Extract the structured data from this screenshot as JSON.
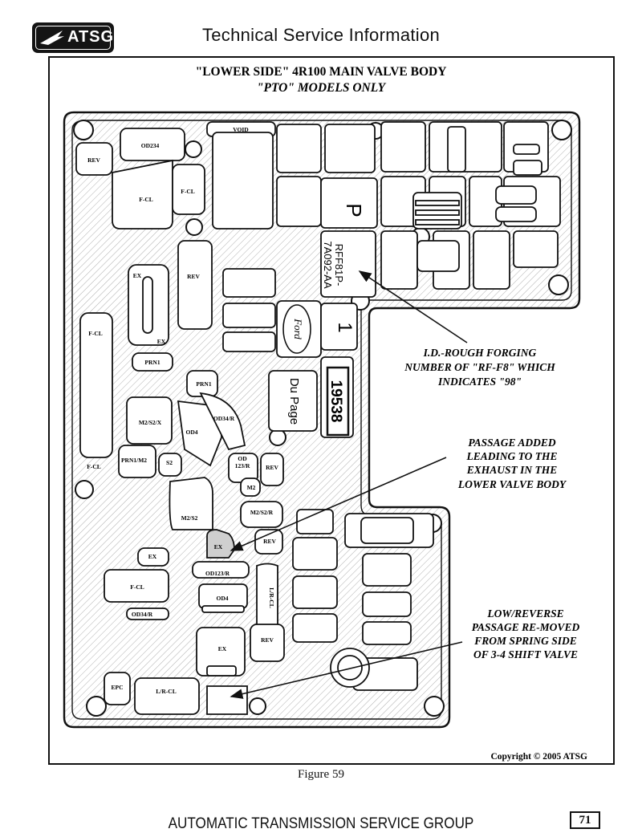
{
  "header": {
    "logo_text": "ATSG",
    "title": "Technical Service Information"
  },
  "figure": {
    "title": "\"LOWER SIDE\" 4R100 MAIN VALVE BODY",
    "subtitle": "\"PTO\" MODELS ONLY",
    "casting_marks": {
      "p": "P",
      "part_line1": "RFF81P-",
      "part_line2": "7A092-AA",
      "one": "1",
      "ford": "Ford",
      "du_page": "Du Page",
      "number": "19538"
    },
    "passage_labels": {
      "void": "VOID",
      "od234": "OD234",
      "rev1": "REV",
      "fcl1": "F-CL",
      "fcl2": "F-CL",
      "ex1": "EX",
      "rev2": "REV",
      "fcl3": "F-CL",
      "ex2": "EX",
      "prn1a": "PRN1",
      "prn1b": "PRN1",
      "m2s2x": "M2/S2/X",
      "od34r": "OD34/R",
      "od4a": "OD4",
      "fcl4": "F-CL",
      "prn1m2": "PRN1/M2",
      "s2": "S2",
      "od123r_a_1": "OD",
      "od123r_a_2": "123/R",
      "rev3": "REV",
      "m2": "M2",
      "m2s2": "M2/S2",
      "m2s2r": "M2/S2/R",
      "ex3": "EX",
      "rev4": "REV",
      "ex4": "EX",
      "od123r_b": "OD123/R",
      "fcl5": "F-CL",
      "od4b": "OD4",
      "lrcl_v": "L/R-CL",
      "od34r_b": "OD34/R",
      "ex5": "EX",
      "rev5": "REV",
      "epc": "EPC",
      "lrcl": "L/R-CL"
    },
    "notes": {
      "id_rough": [
        "I.D.-ROUGH FORGING",
        "NUMBER OF \"RF-F8\" WHICH",
        "INDICATES \"98\""
      ],
      "passage_added": [
        "PASSAGE ADDED",
        "LEADING TO THE",
        "EXHAUST IN THE",
        "LOWER VALVE BODY"
      ],
      "low_reverse": [
        "LOW/REVERSE",
        "PASSAGE RE-MOVED",
        "FROM SPRING SIDE",
        "OF 3-4 SHIFT VALVE"
      ]
    },
    "copyright": "Copyright © 2005 ATSG",
    "caption": "Figure 59"
  },
  "footer": {
    "org": "AUTOMATIC TRANSMISSION SERVICE GROUP",
    "page": "71"
  }
}
